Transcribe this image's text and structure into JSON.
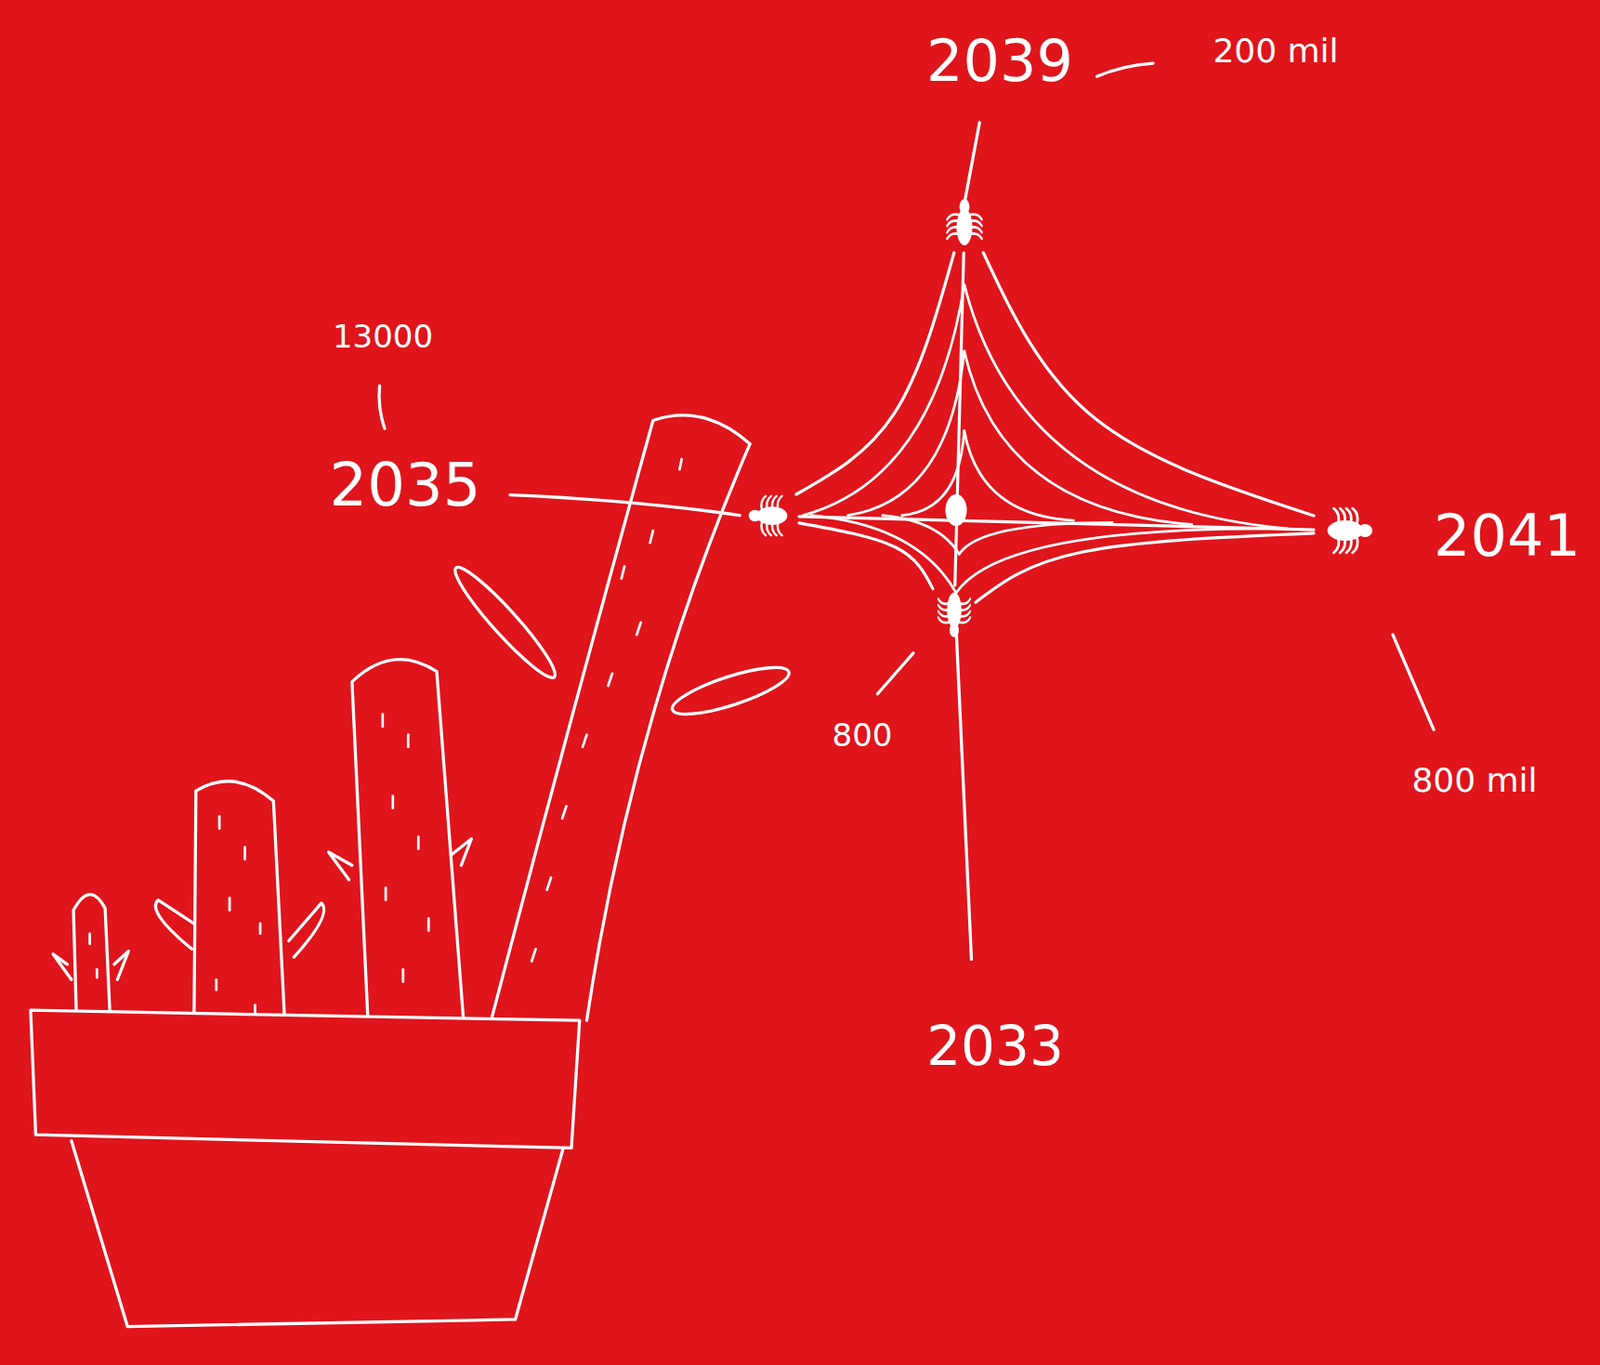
{
  "diagram": {
    "nodes": [
      {
        "text": [
          "2039",
          "200 mil"
        ]
      },
      {
        "text": [
          "2035",
          "13000"
        ]
      },
      {
        "text": [
          "2041",
          "800 mil"
        ]
      },
      {
        "text": [
          "2033",
          "800"
        ]
      }
    ],
    "edges": [
      {
        "from": 0,
        "to": 1,
        "arrow": "none"
      },
      {
        "from": 0,
        "to": 2,
        "arrow": "none"
      },
      {
        "from": 1,
        "to": 2,
        "arrow": "none"
      },
      {
        "from": 0,
        "to": 3,
        "arrow": "none"
      },
      {
        "from": 1,
        "to": 3,
        "arrow": "none"
      },
      {
        "from": 3,
        "to": 2,
        "arrow": "none"
      }
    ]
  }
}
